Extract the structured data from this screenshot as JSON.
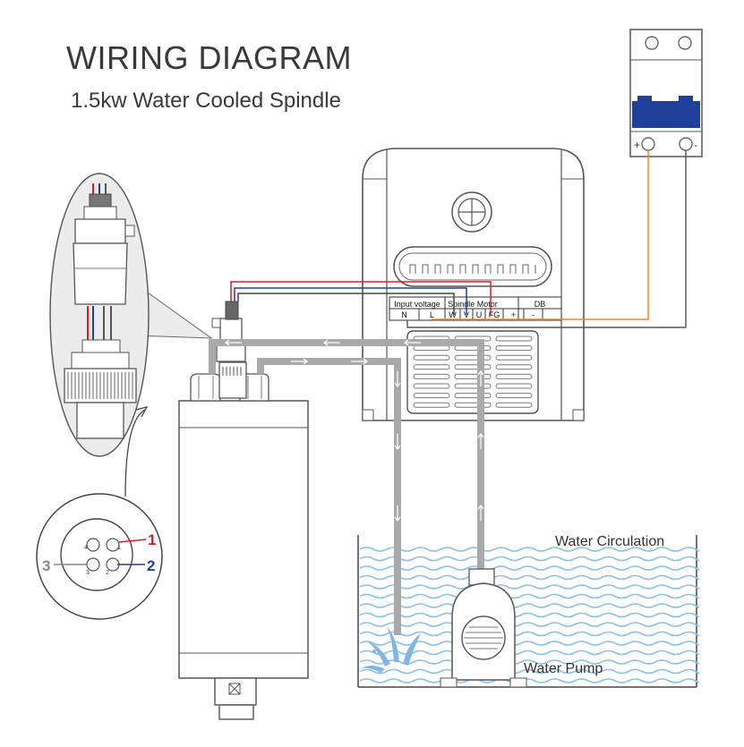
{
  "header": {
    "title": "WIRING DIAGRAM",
    "subtitle": "1.5kw Water Cooled Spindle"
  },
  "terminal_block": {
    "group_labels": [
      "Input voltage",
      "Spindle Motor",
      "DB"
    ],
    "terminals": [
      "N",
      "L",
      "W",
      "V",
      "U",
      "FG",
      "+",
      "-"
    ]
  },
  "breaker": {
    "plus_label": "+",
    "minus_label": "-"
  },
  "connector": {
    "pins": [
      {
        "callout": "1",
        "pin": "1",
        "color": "#d62028"
      },
      {
        "callout": "2",
        "pin": "2",
        "color": "#1f3f99"
      },
      {
        "callout": "3",
        "pin": "3",
        "color": "#888888"
      },
      {
        "pin": "4"
      }
    ]
  },
  "labels": {
    "water_circulation": "Water Circulation",
    "water_pump": "Water Pump"
  },
  "colors": {
    "wire_red": "#d62028",
    "wire_blue": "#1f3f99",
    "wire_orange": "#f08a24",
    "pipe_gray": "#a9a9a9",
    "water_blue": "#7fb6e6",
    "breaker_blue": "#1f3f99"
  }
}
